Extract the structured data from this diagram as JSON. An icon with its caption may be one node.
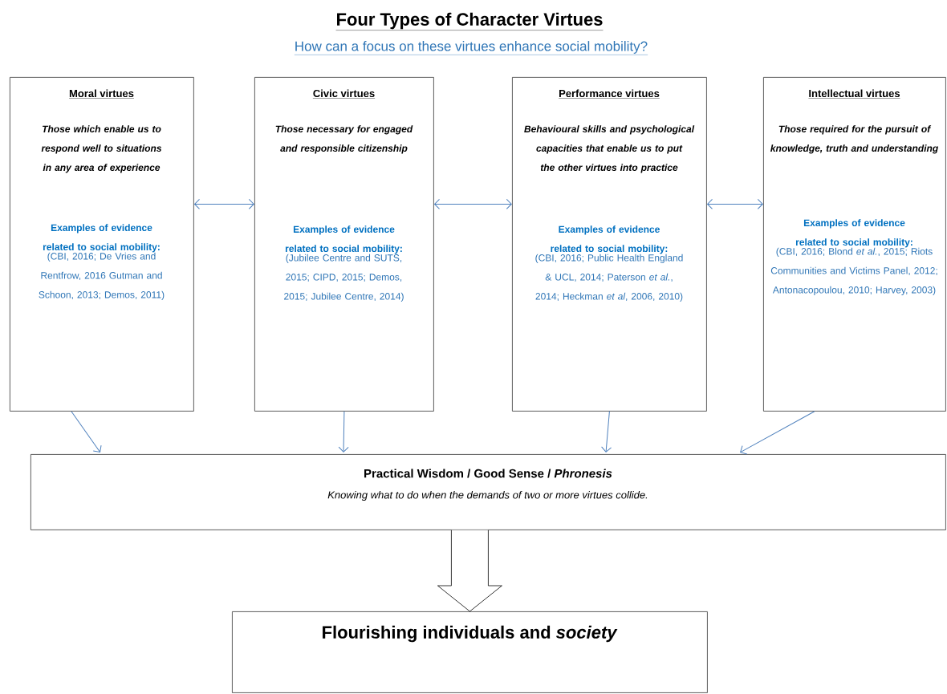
{
  "diagram": {
    "title": "Four Types of Character Virtues",
    "nodes": [
      {
        "text": [
          "Moral virtues",
          "Those which enable us to respond well to situations in any area of experience",
          "Examples of evidence related to social mobility:",
          "(CBI, 2016; De Vries and Rentfrow, 2016 Gutman and Schoon, 2013; Demos, 2011)"
        ]
      },
      {
        "text": [
          "Civic virtues",
          "Those necessary for engaged and responsible citizenship",
          "Examples of evidence related to social mobility:",
          "(Jubilee Centre and SUTS, 2015; CIPD, 2015; Demos, 2015; Jubilee Centre, 2014)"
        ]
      },
      {
        "text": [
          "Performance virtues",
          "Behavioural skills and psychological capacities that enable us to put the other virtues into practice",
          "Examples of evidence related to social mobility:",
          "(CBI, 2016; Public Health England & UCL, 2014; Paterson *et al.*, 2014; Heckman *et al*, 2006, 2010)"
        ]
      },
      {
        "text": [
          "Intellectual virtues",
          "Those required for the pursuit of knowledge, truth and understanding",
          "Examples of evidence related to social mobility:",
          "(CBI, 2016; Blond *et al.*, 2015; Riots Communities and Victims Panel, 2012; Antonacopoulou, 2010; Harvey, 2003)"
        ]
      },
      {
        "text": [
          "Practical Wisdom / Good Sense / *Phronesis*",
          "Knowing what to do when the demands of two or more virtues collide."
        ]
      },
      {
        "text": [
          "Flourishing individuals and *society*"
        ]
      }
    ],
    "edges": [
      {
        "from": 0,
        "to": 1,
        "arrow": "both"
      },
      {
        "from": 1,
        "to": 2,
        "arrow": "both"
      },
      {
        "from": 2,
        "to": 3,
        "arrow": "both"
      },
      {
        "from": 0,
        "to": 4,
        "arrow": "to"
      },
      {
        "from": 1,
        "to": 4,
        "arrow": "to"
      },
      {
        "from": 2,
        "to": 4,
        "arrow": "to"
      },
      {
        "from": 3,
        "to": 4,
        "arrow": "to"
      },
      {
        "from": 4,
        "to": 5,
        "arrow": "to",
        "style": "thick",
        "color": "#000000"
      }
    ],
    "labels": [
      "How can a focus on these virtues enhance social mobility?"
    ]
  }
}
